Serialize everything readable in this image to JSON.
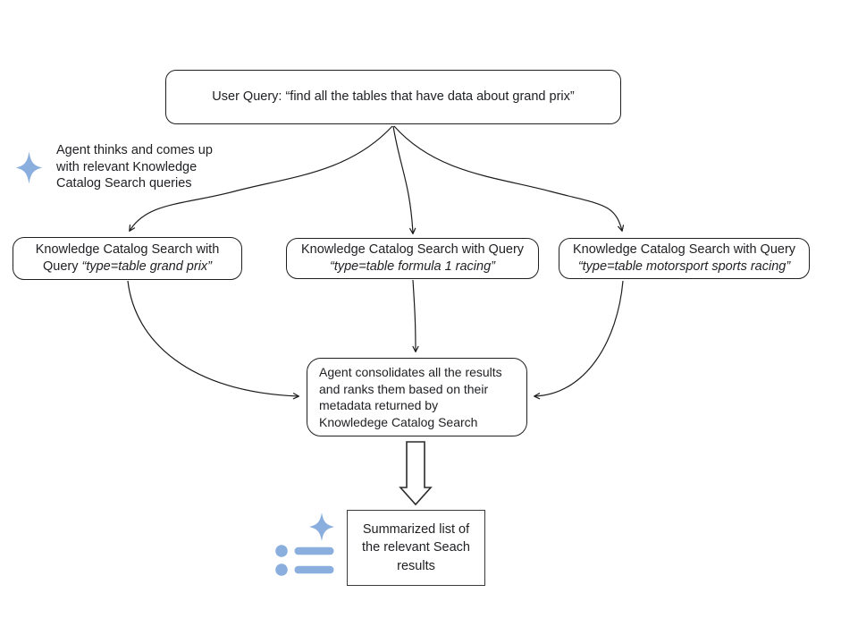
{
  "canvas": {
    "background": "#ffffff"
  },
  "colors": {
    "accent_blue": "#8AAEDD",
    "line": "#1c1c1c",
    "text": "#202124"
  },
  "icons": {
    "agent_thinking": "sparkle-icon",
    "summary": "summarized-list-icon"
  },
  "user_query_box": {
    "text": "User Query: “find all the tables that have data about grand prix”"
  },
  "agent_annotation": {
    "line1": "Agent thinks and comes up",
    "line2": "with relevant Knowledge",
    "line3": "Catalog Search queries"
  },
  "search_boxes": [
    {
      "line1": "Knowledge Catalog Search with",
      "line2_prefix": "Query ",
      "query": "“type=table grand prix”"
    },
    {
      "line1": "Knowledge Catalog Search with Query",
      "line2_prefix": "",
      "query": "“type=table formula 1 racing”"
    },
    {
      "line1": "Knowledge Catalog Search with Query",
      "line2_prefix": "",
      "query": "“type=table motorsport sports racing”"
    }
  ],
  "consolidation_box": {
    "line1": "Agent consolidates all the results",
    "line2": "and ranks them based on their",
    "line3": "metadata returned by",
    "line4": "Knowledege Catalog Search"
  },
  "summary_box": {
    "line1": "Summarized list of",
    "line2": "the relevant Seach",
    "line3": "results"
  }
}
